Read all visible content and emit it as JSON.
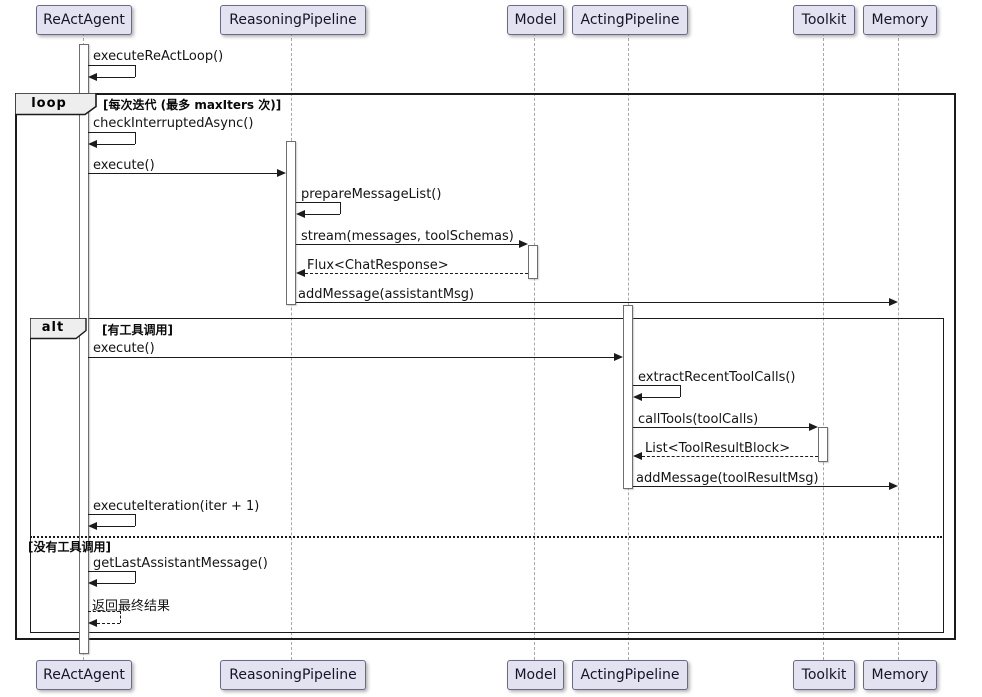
{
  "diagram_type": "uml-sequence",
  "participants": [
    {
      "name": "ReActAgent"
    },
    {
      "name": "ReasoningPipeline"
    },
    {
      "name": "Model"
    },
    {
      "name": "ActingPipeline"
    },
    {
      "name": "Toolkit"
    },
    {
      "name": "Memory"
    }
  ],
  "frames": {
    "loop": {
      "operator": "loop",
      "guard": "[每次迭代 (最多 maxIters 次)]"
    },
    "alt": {
      "operator": "alt",
      "guard": "[有工具调用]",
      "else_guard": "[没有工具调用]"
    }
  },
  "messages": [
    {
      "label": "executeReActLoop()",
      "from": "ReActAgent",
      "to": "ReActAgent",
      "style": "self-solid"
    },
    {
      "label": "checkInterruptedAsync()",
      "from": "ReActAgent",
      "to": "ReActAgent",
      "style": "self-solid"
    },
    {
      "label": "execute()",
      "from": "ReActAgent",
      "to": "ReasoningPipeline",
      "style": "solid"
    },
    {
      "label": "prepareMessageList()",
      "from": "ReasoningPipeline",
      "to": "ReasoningPipeline",
      "style": "self-solid"
    },
    {
      "label": "stream(messages, toolSchemas)",
      "from": "ReasoningPipeline",
      "to": "Model",
      "style": "solid"
    },
    {
      "label": "Flux<ChatResponse>",
      "from": "Model",
      "to": "ReasoningPipeline",
      "style": "return-dashed"
    },
    {
      "label": "addMessage(assistantMsg)",
      "from": "ReasoningPipeline",
      "to": "Memory",
      "style": "solid"
    },
    {
      "label": "execute()",
      "from": "ReActAgent",
      "to": "ActingPipeline",
      "style": "solid"
    },
    {
      "label": "extractRecentToolCalls()",
      "from": "ActingPipeline",
      "to": "ActingPipeline",
      "style": "self-solid"
    },
    {
      "label": "callTools(toolCalls)",
      "from": "ActingPipeline",
      "to": "Toolkit",
      "style": "solid"
    },
    {
      "label": "List<ToolResultBlock>",
      "from": "Toolkit",
      "to": "ActingPipeline",
      "style": "return-dashed"
    },
    {
      "label": "addMessage(toolResultMsg)",
      "from": "ActingPipeline",
      "to": "Memory",
      "style": "solid"
    },
    {
      "label": "executeIteration(iter + 1)",
      "from": "ReActAgent",
      "to": "ReActAgent",
      "style": "self-solid"
    },
    {
      "label": "getLastAssistantMessage()",
      "from": "ReActAgent",
      "to": "ReActAgent",
      "style": "self-solid"
    },
    {
      "label": "返回最终结果",
      "from": "ReActAgent",
      "to": "ReActAgent",
      "style": "self-return-dashed"
    }
  ],
  "colors": {
    "background": "#FFFFFF",
    "participant_fill": "#E2E2F0",
    "participant_border": "#6A6A87",
    "lifeline": "#A8A8A8",
    "frame_border": "#1B1B1B",
    "frame_operator_fill": "#EEEEEE",
    "message_color": "#1B1B1B",
    "activation_fill": "#FFFFFF",
    "activation_border": "#6E6E6E"
  }
}
